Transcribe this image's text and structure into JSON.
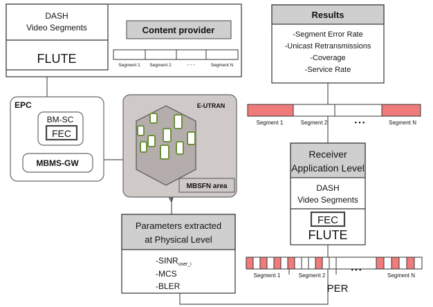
{
  "content_provider": {
    "dash_line1": "DASH",
    "dash_line2": "Video Segments",
    "flute": "FLUTE",
    "title": "Content provider",
    "segment_1": "Segment 1",
    "segment_2": "Segment 2",
    "dots": "- - -",
    "segment_n": "Segment N"
  },
  "epc": {
    "label": "EPC",
    "bmsc": "BM-SC",
    "fec": "FEC",
    "mbms_gw": "MBMS-GW"
  },
  "eutran": {
    "label": "E-UTRAN",
    "mbsfn": "MBSFN area"
  },
  "results": {
    "title": "Results",
    "items": [
      "-Segment Error Rate",
      "-Unicast Retransmissions",
      "-Coverage",
      "-Service Rate"
    ]
  },
  "segments_top": {
    "segment_1": "Segment 1",
    "segment_2": "Segment 2",
    "dots": "• • •",
    "segment_n": "Segment N",
    "error_color": "#ef7b7b"
  },
  "receiver": {
    "title_line1": "Receiver",
    "title_line2": "Application Level",
    "dash_line1": "DASH",
    "dash_line2": "Video Segments",
    "fec": "FEC",
    "flute": "FLUTE"
  },
  "parameters": {
    "title_line1": "Parameters extracted",
    "title_line2": "at Physical Level",
    "sinr": "-SINR",
    "sinr_sub": "user_i",
    "mcs": "-MCS",
    "bler": "-BLER"
  },
  "segments_bottom": {
    "segment_1": "Segment 1",
    "segment_2": "Segment 2",
    "dots": "• • •",
    "segment_n": "Segment N",
    "per": "PER"
  },
  "colors": {
    "header_gray": "#cfcfcf",
    "cell_gray": "#b5adab",
    "error_red": "#ef7b7b",
    "device_green": "#9dc46a"
  }
}
